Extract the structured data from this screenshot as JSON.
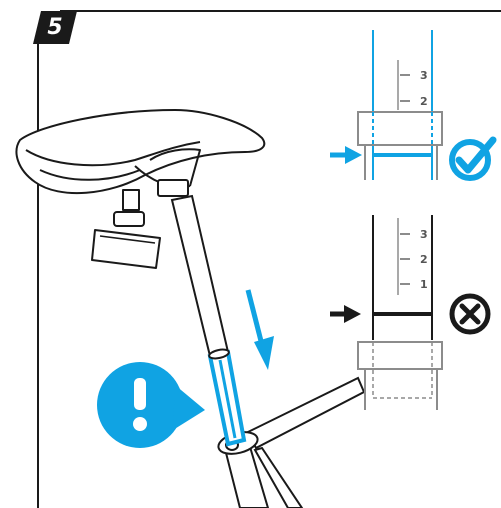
{
  "step": {
    "number": "5"
  },
  "gauge_correct": {
    "marks": [
      "3",
      "2"
    ]
  },
  "gauge_wrong": {
    "marks": [
      "3",
      "2",
      "1"
    ]
  },
  "icons": {
    "correct": "check-circle-icon",
    "wrong": "cross-circle-icon",
    "warning": "exclamation-bubble-icon",
    "arrow": "arrow-right-icon"
  },
  "colors": {
    "accent": "#10a3e3",
    "stroke": "#1a1a1a",
    "gray": "#8c8c8c"
  }
}
